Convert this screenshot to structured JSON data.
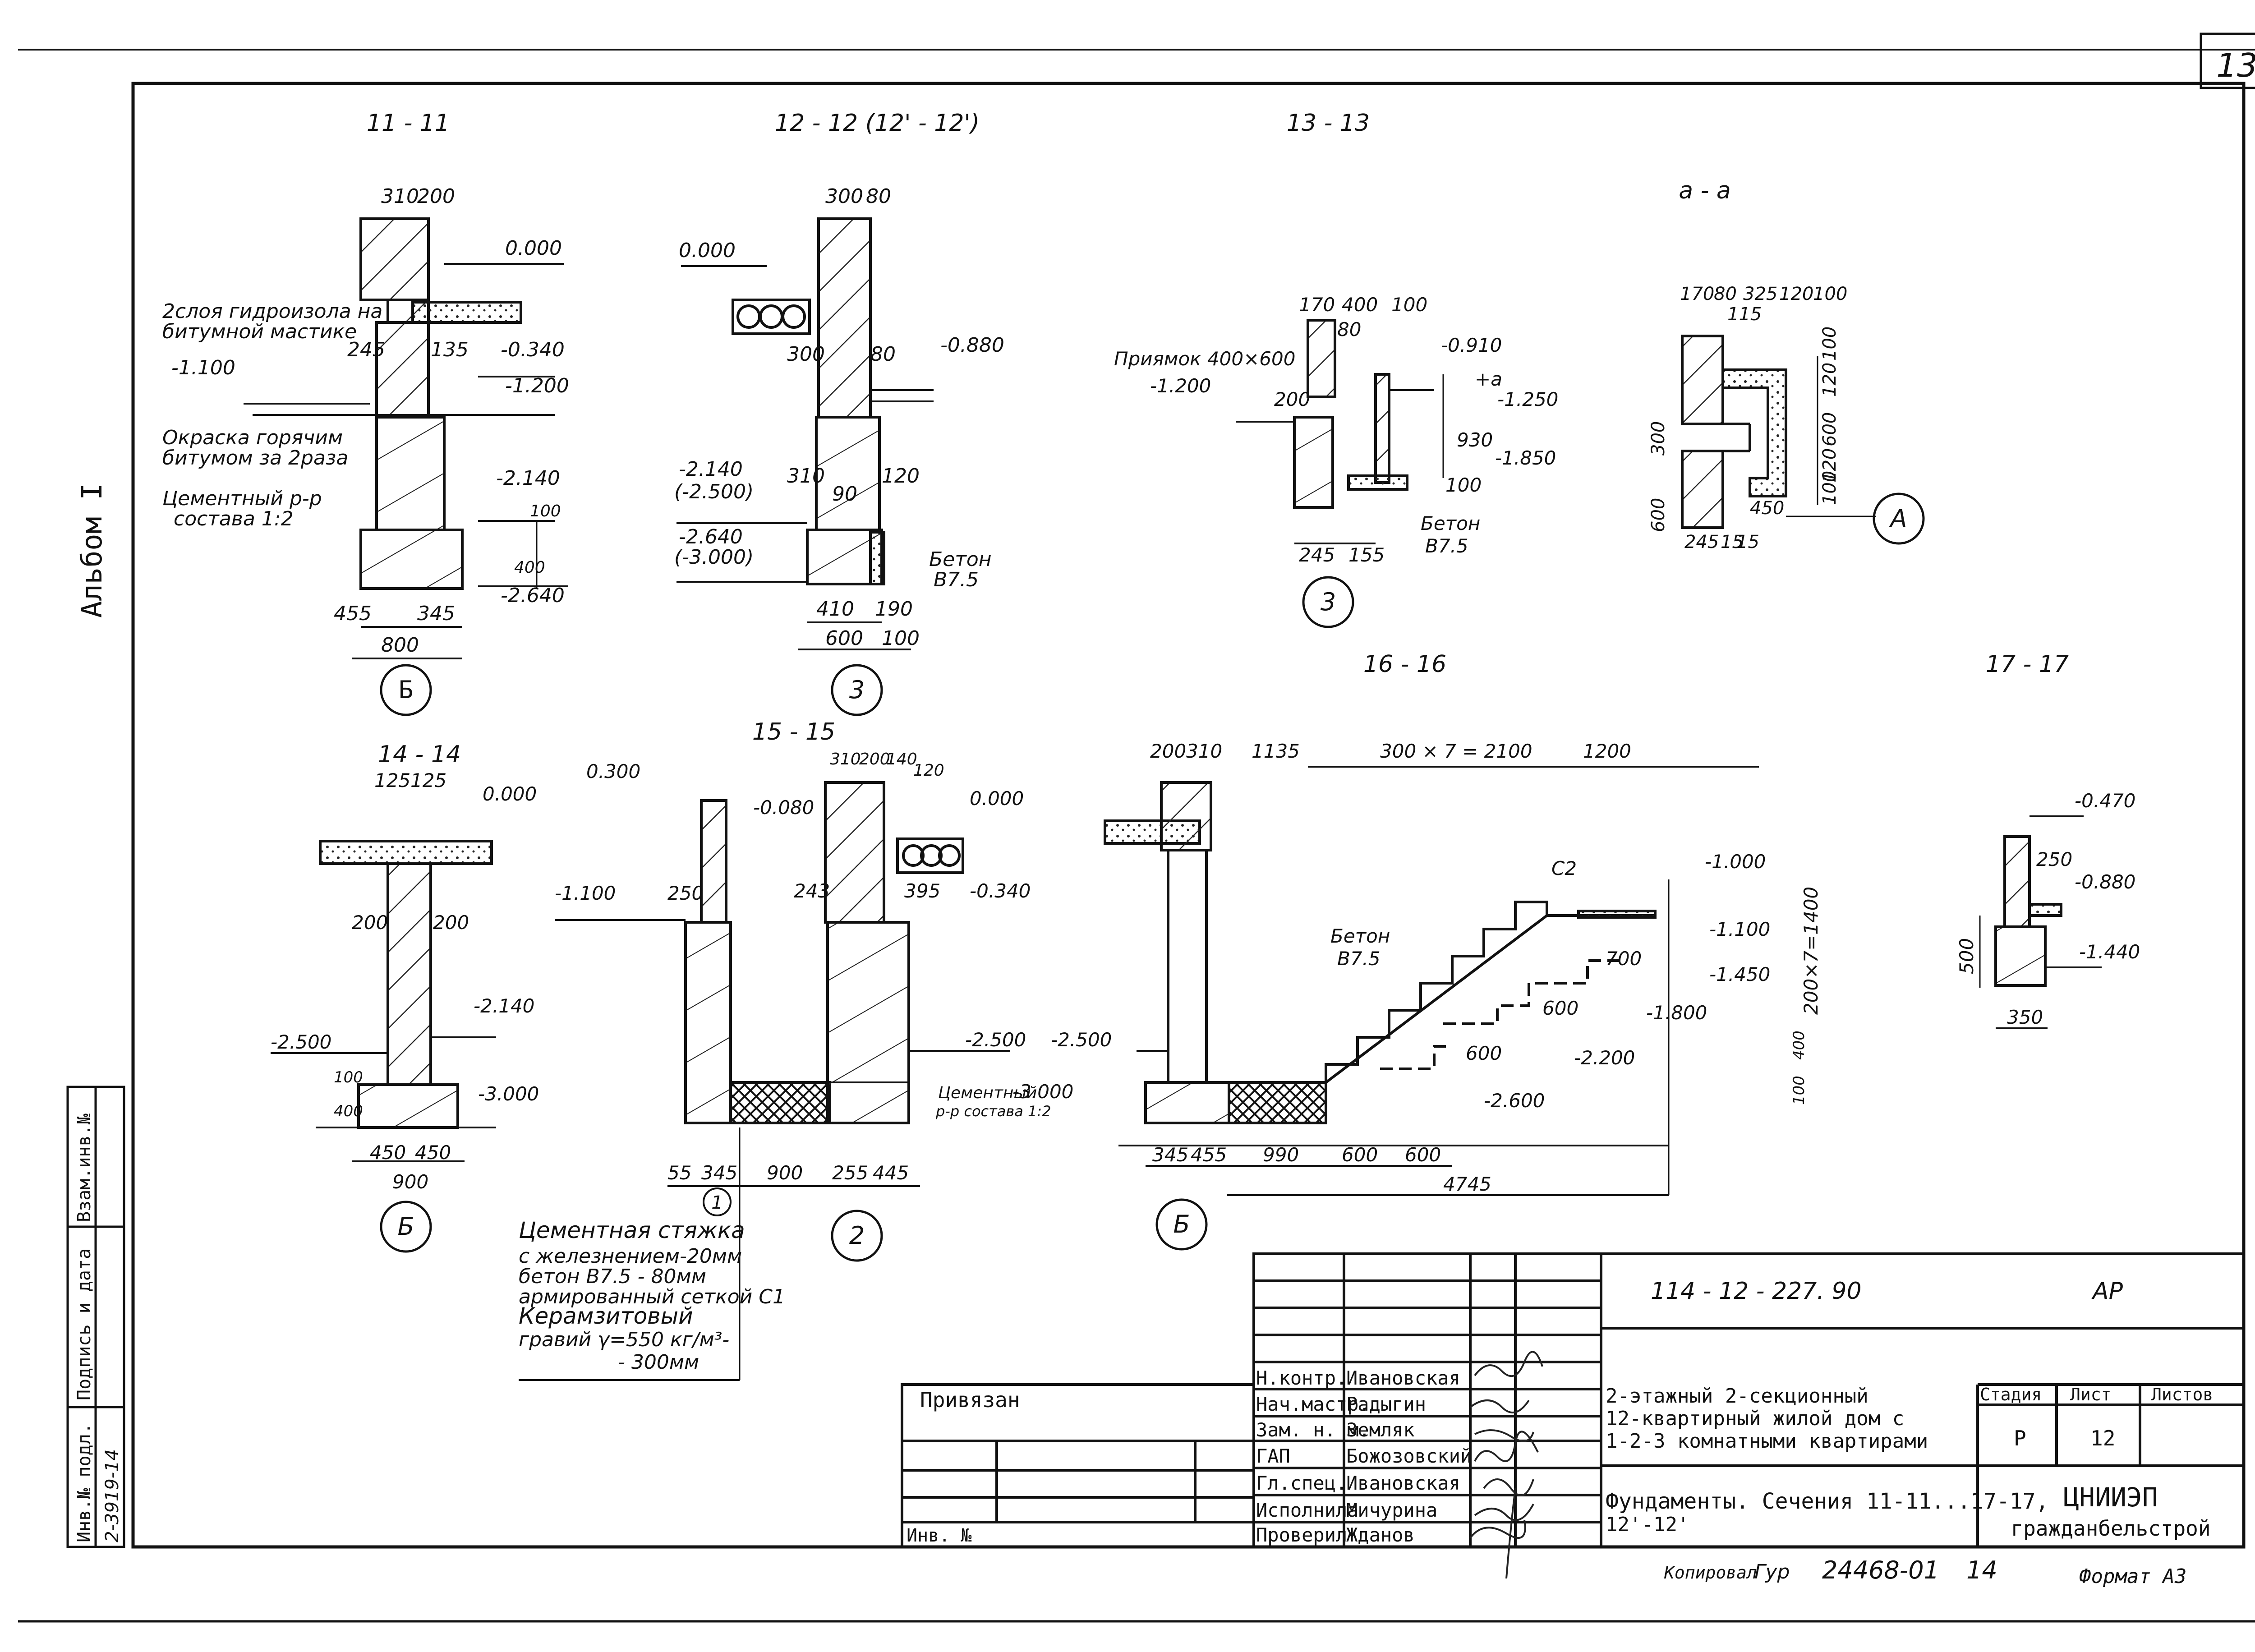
{
  "sheet": {
    "page_number": "13",
    "album": "Альбом I",
    "side_stamp": [
      "Инв.№ подл.",
      "Подпись и дата",
      "Взам.инв.№",
      "2-3919-14"
    ]
  },
  "sections": {
    "s11": {
      "title": "11 - 11",
      "marker": "Б",
      "labels": [
        "310",
        "200",
        "0.000",
        "2слоя гидроизола на",
        "битумной мастике",
        "245",
        "135",
        "-0.340",
        "-1.100",
        "-1.200",
        "Окраска горячим",
        "битумом за 2раза",
        "Цементный р-р",
        "состава 1:2",
        "-2.140",
        "100",
        "400",
        "-2.640",
        "455",
        "345",
        "800"
      ]
    },
    "s12": {
      "title": "12 - 12 (12' - 12')",
      "marker": "3",
      "labels": [
        "300",
        "80",
        "0.000",
        "300",
        "80",
        "-0.880",
        "-2.140",
        "(-2.500)",
        "310",
        "120",
        "90",
        "-2.640",
        "(-3.000)",
        "Бетон",
        "В7.5",
        "410",
        "190",
        "600",
        "100"
      ]
    },
    "s13": {
      "title": "13 - 13",
      "marker": "3",
      "labels": [
        "170",
        "400",
        "100",
        "80",
        "Приямок 400×600",
        "-1.200",
        "-0.910",
        "+a",
        "-1.250",
        "930",
        "-1.850",
        "200",
        "100",
        "Бетон",
        "В7.5",
        "245",
        "155"
      ]
    },
    "saa": {
      "title": "а - а",
      "marker": "А",
      "labels": [
        "170",
        "80",
        "325",
        "120",
        "100",
        "115",
        "300",
        "600",
        "600",
        "120",
        "100",
        "100",
        "120",
        "450",
        "245",
        "15",
        "15"
      ]
    },
    "s14": {
      "title": "14 - 14",
      "marker": "Б",
      "labels": [
        "125",
        "125",
        "0.000",
        "200",
        "200",
        "-2.140",
        "-2.500",
        "-3.000",
        "100",
        "400",
        "450",
        "450",
        "900"
      ]
    },
    "s15": {
      "title": "15 - 15",
      "marker_left": "1",
      "marker_right": "2",
      "labels": [
        "0.300",
        "-1.100",
        "250",
        "310",
        "200",
        "140",
        "120",
        "-0.080",
        "0.000",
        "243",
        "395",
        "-0.340",
        "-2.500",
        "Цементный",
        "р-р состава 1:2",
        "-3.000",
        "55",
        "345",
        "900",
        "255",
        "445"
      ]
    },
    "s16": {
      "title": "16 - 16",
      "marker": "Б",
      "labels": [
        "200",
        "310",
        "1135",
        "300 × 7 = 2100",
        "1200",
        "С2",
        "-1.000",
        "-1.100",
        "-1.450",
        "200×7=1400",
        "Бетон",
        "В7.5",
        "700",
        "600",
        "-1.800",
        "600",
        "-2.200",
        "-2.600",
        "-2.500",
        "100",
        "400",
        "345",
        "455",
        "990",
        "600",
        "600",
        "4745"
      ]
    },
    "s17": {
      "title": "17 - 17",
      "labels": [
        "-0.470",
        "250",
        "-0.880",
        "500",
        "-1.440",
        "350"
      ]
    }
  },
  "floor_note": [
    "Цементная стяжка",
    "с железнением-20мм",
    "бетон В7.5 - 80мм",
    "армированный сеткой С1",
    "Керамзитовый",
    "гравий γ=550 кг/м³-",
    "- 300мм"
  ],
  "title_block": {
    "doc_code": "114 - 12 - 227. 90",
    "doc_mark": "АР",
    "privyazan": "Привязан",
    "inv": "Инв. №",
    "roles": [
      {
        "role": "Н.контр.",
        "name": "Ивановская"
      },
      {
        "role": "Нач.мастр.",
        "name": "Радыгин"
      },
      {
        "role": "Зам. н. м.",
        "name": "Земляк"
      },
      {
        "role": "ГАП",
        "name": "Божозовский"
      },
      {
        "role": "Гл.спец.",
        "name": "Ивановская"
      },
      {
        "role": "Исполнила",
        "name": "Мичурина"
      },
      {
        "role": "Проверил",
        "name": "Жданов"
      }
    ],
    "project": [
      "2-этажный 2-секционный",
      "12-квартирный жилой дом с",
      "1-2-3 комнатными квартирами"
    ],
    "stage_header": "Стадия",
    "sheet_header": "Лист",
    "sheets_header": "Листов",
    "stage": "Р",
    "sheet": "12",
    "sheets": "",
    "sheet_title": [
      "Фундаменты. Сечения 11-11...17-17,",
      "12'-12'"
    ],
    "org": [
      "ЦНИИЭП",
      "гражданбельстрой"
    ]
  },
  "footer": {
    "copied": "Копировал",
    "copier_sign": "Гур",
    "order": "24468-01",
    "copy_num": "14",
    "format": "Формат А3"
  }
}
